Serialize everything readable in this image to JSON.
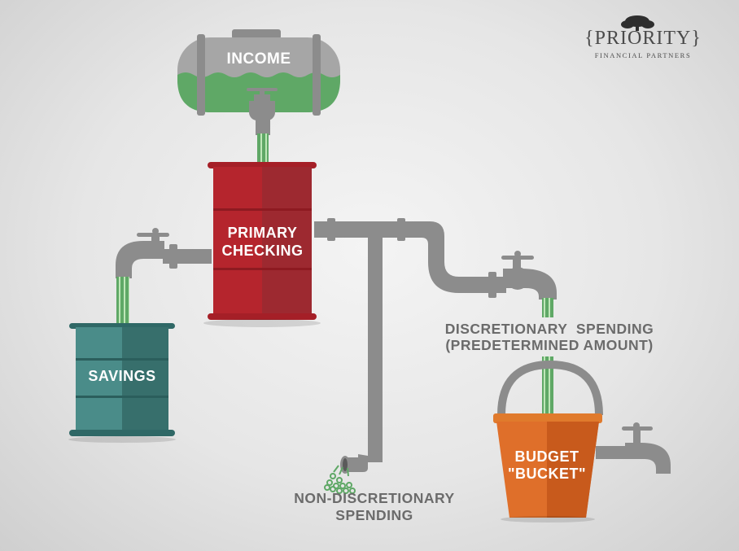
{
  "logo": {
    "name": "PRIORITY",
    "tagline": "FINANCIAL PARTNERS",
    "icon": "tree-icon"
  },
  "labels": {
    "income": "INCOME",
    "primary_checking_line1": "PRIMARY",
    "primary_checking_line2": "CHECKING",
    "savings": "SAVINGS",
    "discretionary_line1": "DISCRETIONARY  SPENDING",
    "discretionary_line2": "(PREDETERMINED AMOUNT)",
    "budget_line1": "BUDGET",
    "budget_line2": "\"BUCKET\"",
    "non_discretionary_line1": "NON-DISCRETIONARY",
    "non_discretionary_line2": "SPENDING"
  },
  "colors": {
    "pipe": "#8c8c8c",
    "tank": "#a6a6a6",
    "water": "#5fa866",
    "checking": "#b5252d",
    "savings": "#3c7c7a",
    "bucket": "#df6f2a",
    "text_dark": "#6b6b6b"
  }
}
